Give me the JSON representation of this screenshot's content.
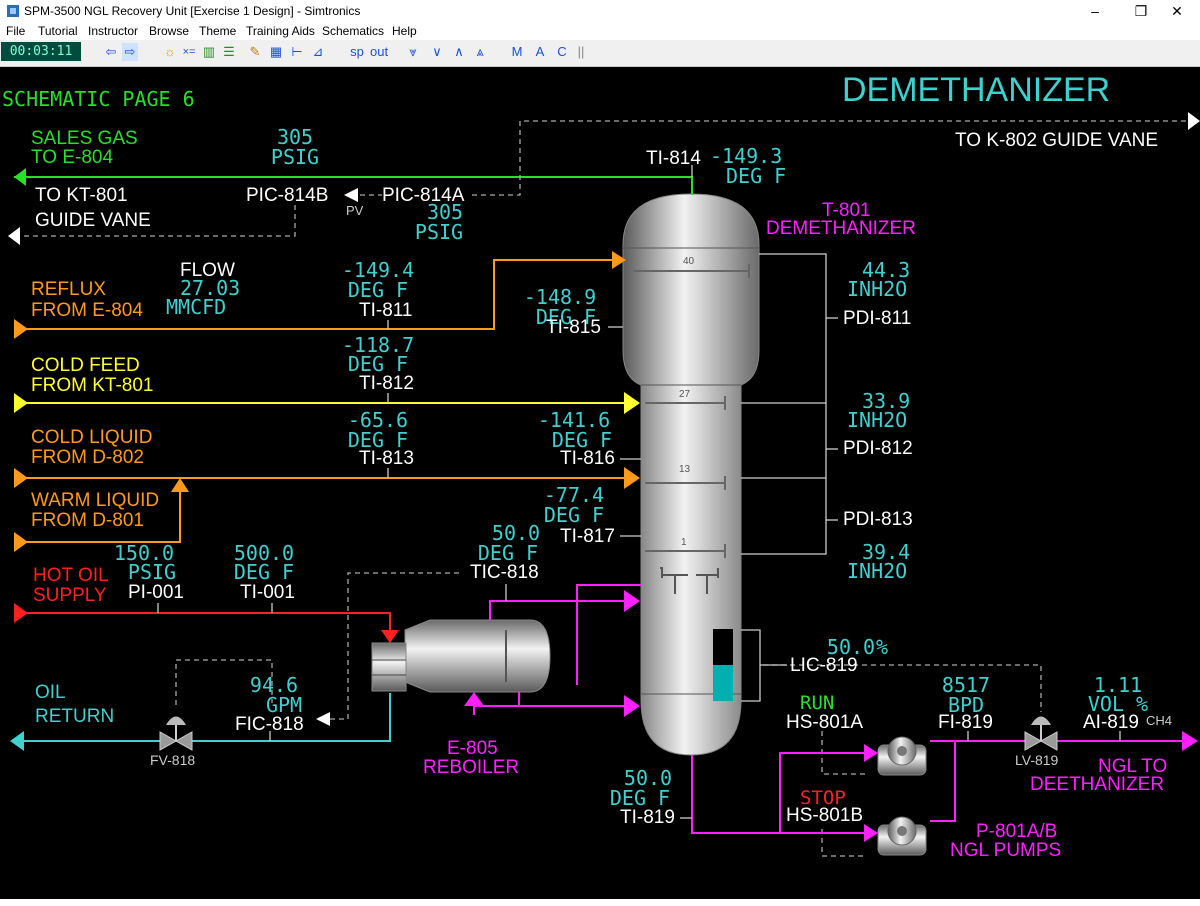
{
  "window": {
    "title": "SPM-3500 NGL Recovery Unit [Exercise 1 Design] - Simtronics",
    "minimize": "–",
    "restore": "❐",
    "close": "✕"
  },
  "menu": [
    "File",
    "Tutorial",
    "Instructor",
    "Browse",
    "Theme",
    "Training Aids",
    "Schematics",
    "Help"
  ],
  "toolbar": {
    "clock": "00:03:11",
    "sp": "sp",
    "out": "out",
    "m": "M",
    "a": "A",
    "c": "C"
  },
  "page": {
    "page_label": "SCHEMATIC PAGE 6",
    "title": "DEMETHANIZER"
  },
  "streams": {
    "sales_gas": "SALES GAS",
    "to_e804": "TO E-804",
    "to_kt801": "TO KT-801",
    "guide_vane": "GUIDE VANE",
    "to_k802": "TO K-802 GUIDE VANE",
    "reflux": "REFLUX",
    "from_e804": "FROM E-804",
    "cold_feed": "COLD FEED",
    "from_kt801": "FROM KT-801",
    "cold_liquid": "COLD LIQUID",
    "from_d802": "FROM D-802",
    "warm_liquid": "WARM LIQUID",
    "from_d801": "FROM D-801",
    "hot_oil": "HOT OIL",
    "supply": "SUPPLY",
    "oil": "OIL",
    "return": "RETURN",
    "ngl_to": "NGL TO",
    "deethanizer": "DEETHANIZER"
  },
  "equipment": {
    "t801": "T-801",
    "t801_name": "DEMETHANIZER",
    "e805": "E-805",
    "e805_name": "REBOILER",
    "p801": "P-801A/B",
    "p801_name": "NGL PUMPS",
    "tray_40": "40",
    "tray_27": "27",
    "tray_13": "13",
    "tray_1": "1",
    "fv818": "FV-818",
    "lv819": "LV-819",
    "pv": "PV",
    "ch4": "CH4"
  },
  "instruments": {
    "pic814b": "PIC-814B",
    "pic814a": "PIC-814A",
    "sales_gas_pressure": {
      "value": "305",
      "unit": "PSIG"
    },
    "pic814a_pressure": {
      "value": "305",
      "unit": "PSIG"
    },
    "ti814": {
      "tag": "TI-814",
      "value": "-149.3",
      "unit": "DEG F"
    },
    "flow": {
      "label": "FLOW",
      "value": "27.03",
      "unit": "MMCFD"
    },
    "ti811": {
      "tag": "TI-811",
      "value": "-149.4",
      "unit": "DEG F"
    },
    "ti815": {
      "tag": "TI-815",
      "value": "-148.9",
      "unit": "DEG F"
    },
    "ti812": {
      "tag": "TI-812",
      "value": "-118.7",
      "unit": "DEG F"
    },
    "ti813": {
      "tag": "TI-813",
      "value": "-65.6",
      "unit": "DEG F"
    },
    "ti816": {
      "tag": "TI-816",
      "value": "-141.6",
      "unit": "DEG F"
    },
    "ti817": {
      "tag": "TI-817",
      "value": "-77.4",
      "unit": "DEG F"
    },
    "tic818": {
      "tag": "TIC-818",
      "value": "50.0",
      "unit": "DEG F"
    },
    "pi001": {
      "tag": "PI-001",
      "value": "150.0",
      "unit": "PSIG"
    },
    "ti001": {
      "tag": "TI-001",
      "value": "500.0",
      "unit": "DEG F"
    },
    "fic818": {
      "tag": "FIC-818",
      "value": "94.6",
      "unit": "GPM"
    },
    "pdi811": {
      "tag": "PDI-811",
      "value": "44.3",
      "unit": "INH2O"
    },
    "pdi812": {
      "tag": "PDI-812",
      "value": "33.9",
      "unit": "INH2O"
    },
    "pdi813": {
      "tag": "PDI-813",
      "value": "39.4",
      "unit": "INH2O"
    },
    "lic819": {
      "tag": "LIC-819",
      "value": "50.0",
      "unit": "%",
      "level_fraction": 0.5
    },
    "ti819": {
      "tag": "TI-819",
      "value": "50.0",
      "unit": "DEG F"
    },
    "fi819": {
      "tag": "FI-819",
      "value": "8517",
      "unit": "BPD"
    },
    "ai819": {
      "tag": "AI-819",
      "value": "1.11",
      "unit": "VOL %"
    },
    "hs801a": {
      "tag": "HS-801A",
      "state": "RUN"
    },
    "hs801b": {
      "tag": "HS-801B",
      "state": "STOP"
    }
  },
  "colors": {
    "background": "#000000",
    "gas": "#27e027",
    "reflux": "#ff9a1a",
    "feed": "#ffff30",
    "hot_oil": "#ff2020",
    "oil_return": "#3fd0d0",
    "ngl": "#ff20ff",
    "value_text": "#3fd0d0",
    "tag_text": "#ffffff"
  }
}
